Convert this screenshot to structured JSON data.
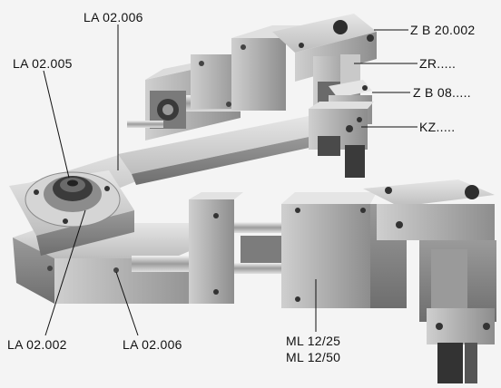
{
  "labels": {
    "la_02_006_top": "LA 02.006",
    "la_02_005": "LA 02.005",
    "zb_20_002": "Z B  20.002",
    "zr": "ZR.....",
    "zb_08": "Z B 08.....",
    "kz": "KZ.....",
    "la_02_002": "LA  02.002",
    "la_02_006_bottom": "LA  02.006",
    "ml_12_25": "ML 12/25",
    "ml_12_50": "ML 12/50"
  },
  "colors": {
    "metal_light": "#d9d9d9",
    "metal_mid": "#a8a8a8",
    "metal_dark": "#5a5a5a",
    "shadow": "#2a2a2a",
    "leader_line": "#111111"
  }
}
